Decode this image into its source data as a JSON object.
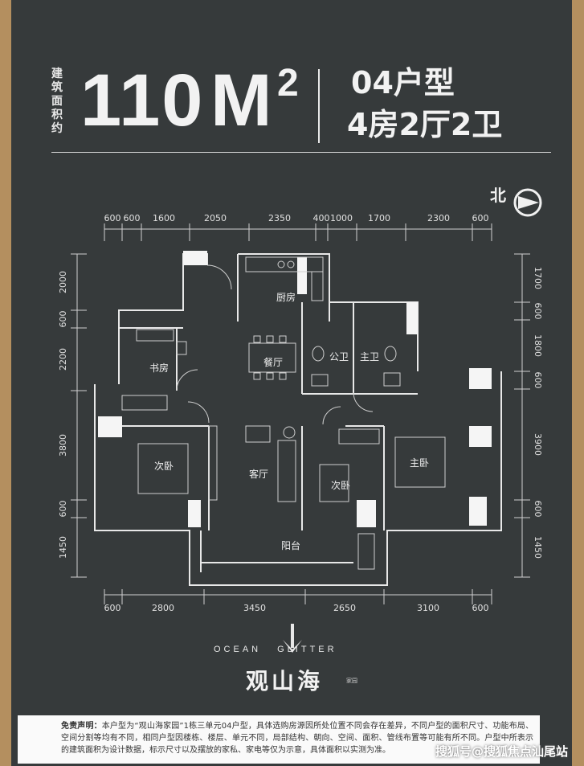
{
  "header": {
    "area_label_chars": [
      "建",
      "筑",
      "面",
      "积",
      "约"
    ],
    "area_value": "110",
    "area_unit": "M",
    "area_unit_sup": "2",
    "unit_type": "04户型",
    "room_layout": "4房2厅2卫"
  },
  "north_label": "北",
  "dimensions": {
    "top": [
      "600",
      "600",
      "1600",
      "2050",
      "2350",
      "400",
      "1000",
      "1700",
      "2300",
      "600"
    ],
    "bottom": [
      "600",
      "2800",
      "3450",
      "2650",
      "3100",
      "600"
    ],
    "left": [
      "2000",
      "600",
      "2200",
      "3800",
      "600",
      "1450"
    ],
    "right": [
      "1700",
      "600",
      "1800",
      "600",
      "3900",
      "600",
      "1450"
    ]
  },
  "rooms": {
    "kitchen": "厨房",
    "study": "书房",
    "dining": "餐厅",
    "public_bath": "公卫",
    "master_bath": "主卫",
    "second_bedroom_left": "次卧",
    "living": "客厅",
    "second_bedroom_right": "次卧",
    "master_bedroom": "主卧",
    "balcony": "阳台"
  },
  "brand": {
    "english_left": "OCEAN",
    "english_right": "GLITTER",
    "chinese": "观山海",
    "chinese_suffix": "家园"
  },
  "disclaimer": {
    "title": "免责声明：",
    "text": "本户型为“观山海家园”1栋三单元04户型，具体选购房源因所处位置不同会存在差异，不同户型的面积尺寸、功能布局、空间分割等均有不同，相同户型因楼栋、楼层、单元不同，局部结构、朝向、空间、面积、管线布置等可能有所不同。户型中所表示的建筑面积为设计数据，标示尺寸以及摆放的家私、家电等仅为示意，具体面积以实测为准。"
  },
  "watermark": "搜狐号@搜狐焦点汕尾站"
}
